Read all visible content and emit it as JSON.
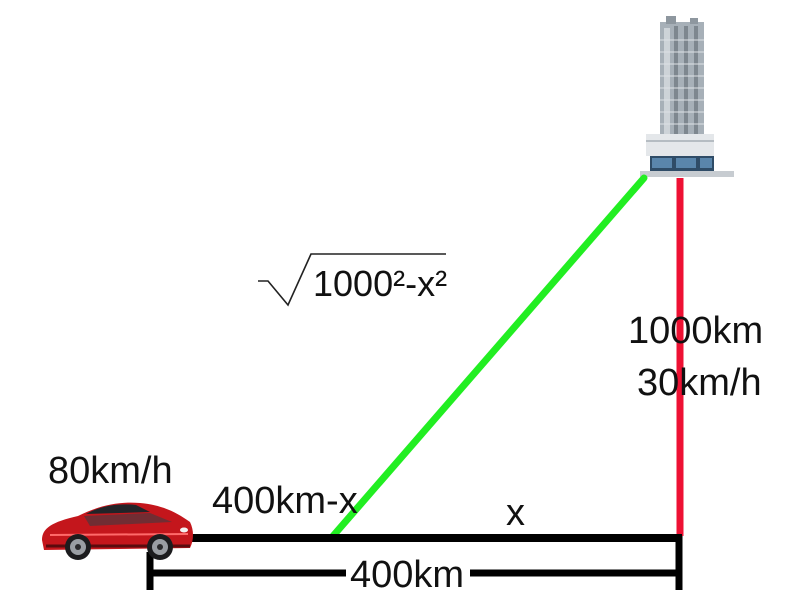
{
  "labels": {
    "car_speed": "80km/h",
    "near_segment": "400km-x",
    "far_segment": "x",
    "total_distance": "400km",
    "vertical_distance": "1000km",
    "vertical_speed": "30km/h",
    "hypotenuse_expr": "1000²-x²"
  },
  "colors": {
    "hypotenuse": "#22ee22",
    "vertical": "#ee1133",
    "ground": "#000000",
    "car_body": "#c4161c"
  },
  "icons": {
    "car": "car-icon",
    "building": "building-icon",
    "sqrt": "sqrt-symbol"
  }
}
